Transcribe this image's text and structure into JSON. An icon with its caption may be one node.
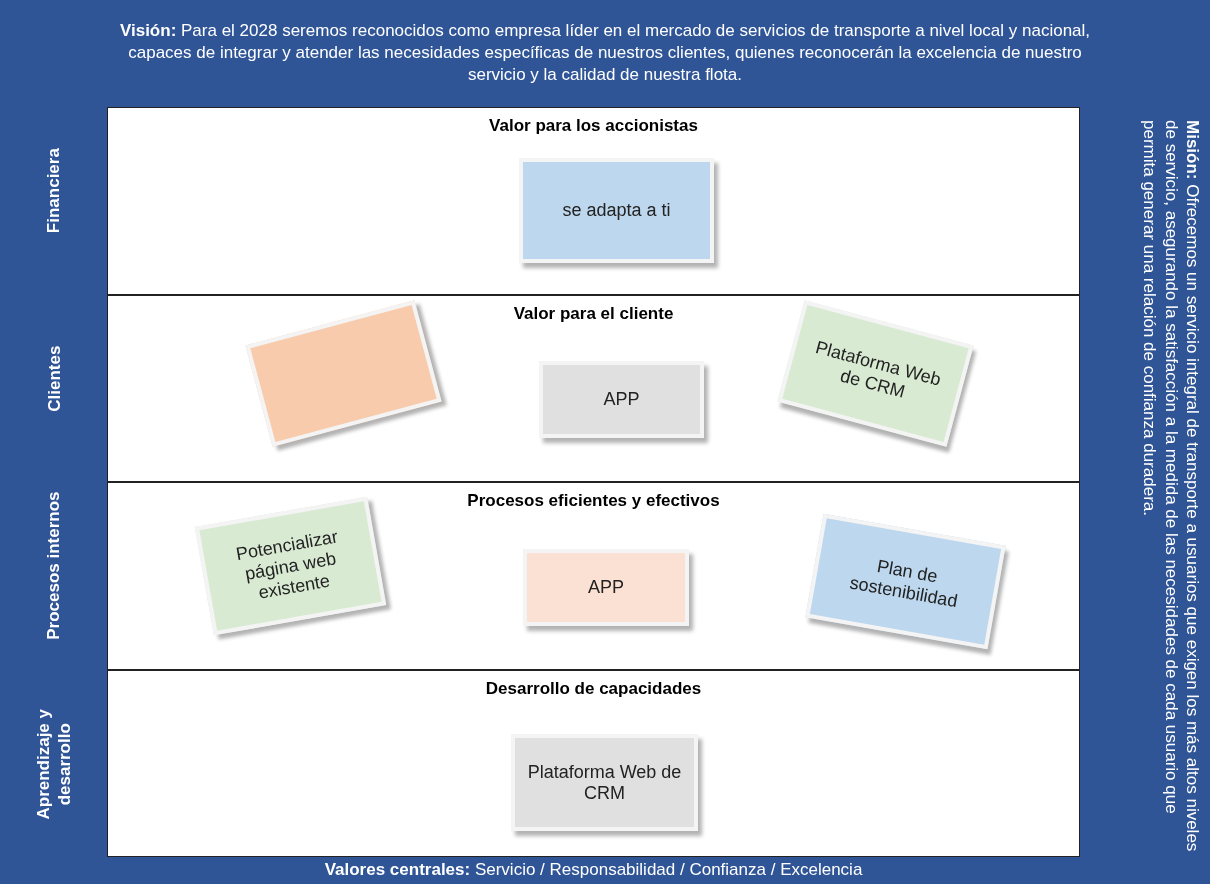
{
  "diagram": {
    "nodes": [
      {
        "text": [
          "Valor para los accionistas"
        ],
        "beside": [
          "Financiera"
        ]
      },
      {
        "text": [
          "se adapta a ti"
        ],
        "in": 0
      },
      {
        "text": [
          "Valor para el cliente"
        ],
        "beside": [
          "Clientes"
        ]
      },
      {
        "text": [],
        "shape": "box",
        "in": 2
      },
      {
        "text": [
          "APP"
        ],
        "in": 2
      },
      {
        "text": [
          "Plataforma Web de CRM"
        ],
        "in": 2
      },
      {
        "text": [
          "Procesos eficientes y efectivos"
        ],
        "beside": [
          "Procesos internos"
        ]
      },
      {
        "text": [
          "Potencializar página web existente"
        ],
        "in": 6
      },
      {
        "text": [
          "APP"
        ],
        "in": 6
      },
      {
        "text": [
          "Plan de sostenibilidad"
        ],
        "in": 6
      },
      {
        "text": [
          "Desarrollo de capacidades"
        ],
        "beside": [
          "Aprendizaje y desarrollo"
        ]
      },
      {
        "text": [
          "Plataforma Web de CRM"
        ],
        "in": 10
      }
    ],
    "edges": [],
    "labels": [
      "**Visión:** Para el 2028 seremos reconocidos como empresa líder en el mercado de servicios de transporte a nivel local y nacional, capaces de integrar y atender las necesidades específicas de nuestros clientes, quienes reconocerán la excelencia de nuestro servicio y la calidad de nuestra flota.",
      "**Misión:** Ofrecemos un servicio integral de transporte a usuarios que exigen los más altos niveles de servicio, asegurando la satisfacción a la medida de las necesidades de cada usuario que permita generar una relación de confianza duradera.",
      "**Valores centrales:** Servicio / Responsabilidad / Confianza / Excelencia"
    ]
  }
}
